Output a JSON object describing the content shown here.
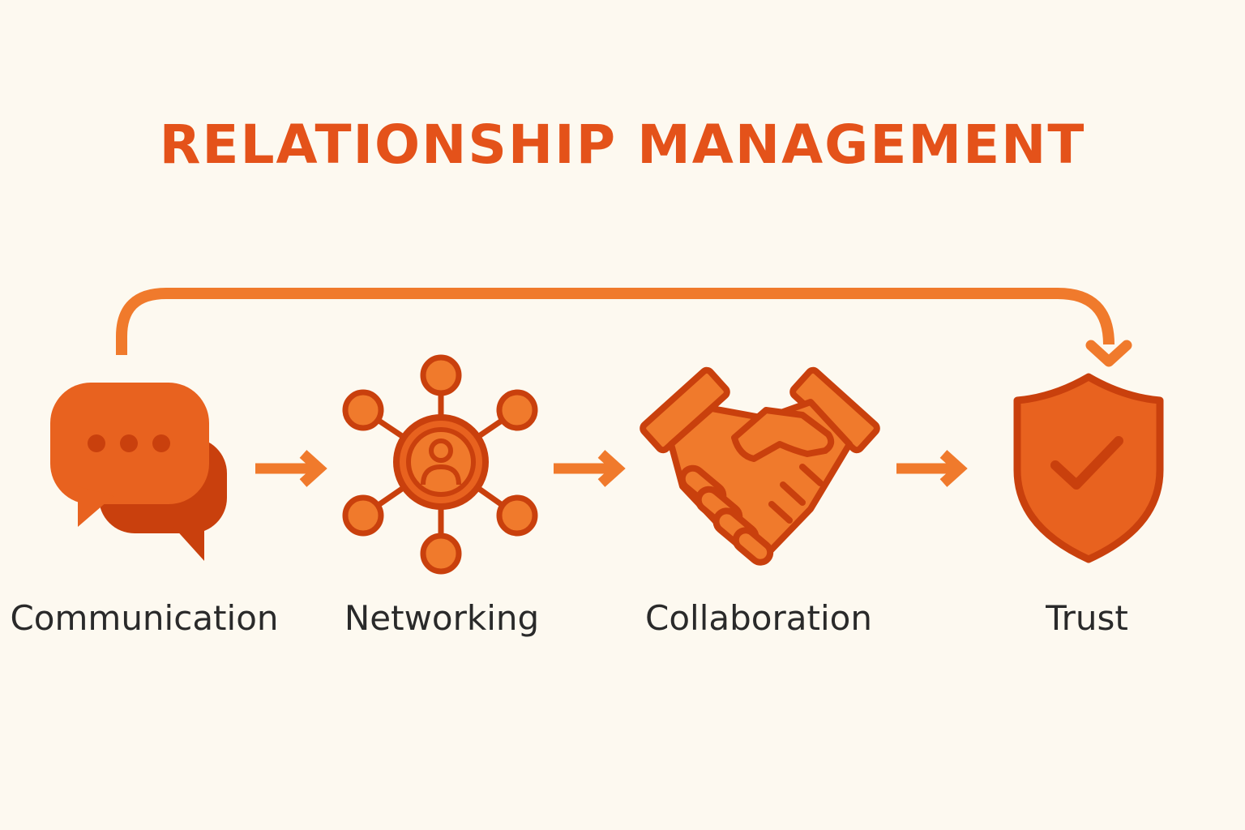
{
  "title": "RELATIONSHIP MANAGEMENT",
  "colors": {
    "background": "#fdf9f0",
    "accent": "#f07a2c",
    "accent_dark": "#c9400d",
    "accent_mid": "#e8621f",
    "title": "#e4521a",
    "label_text": "#2a2a2a"
  },
  "steps": [
    {
      "label": "Communication",
      "icon": "speech-bubbles-icon"
    },
    {
      "label": "Networking",
      "icon": "network-user-icon"
    },
    {
      "label": "Collaboration",
      "icon": "handshake-icon"
    },
    {
      "label": "Trust",
      "icon": "shield-check-icon"
    }
  ],
  "connectors": [
    "arrow-right",
    "arrow-right",
    "arrow-right",
    "curved-arrow-communication-to-trust"
  ]
}
